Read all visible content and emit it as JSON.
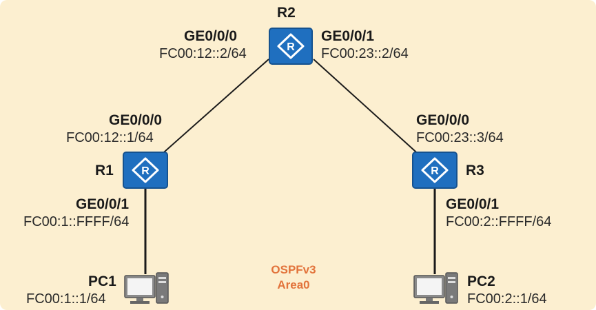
{
  "routers": [
    {
      "name": "R2",
      "ports": [
        {
          "port": "GE0/0/0",
          "address": "FC00:12::2/64"
        },
        {
          "port": "GE0/0/1",
          "address": "FC00:23::2/64"
        }
      ]
    },
    {
      "name": "R1",
      "ports": [
        {
          "port": "GE0/0/0",
          "address": "FC00:12::1/64"
        },
        {
          "port": "GE0/0/1",
          "address": "FC00:1::FFFF/64"
        }
      ]
    },
    {
      "name": "R3",
      "ports": [
        {
          "port": "GE0/0/0",
          "address": "FC00:23::3/64"
        },
        {
          "port": "GE0/0/1",
          "address": "FC00:2::FFFF/64"
        }
      ]
    }
  ],
  "pcs": [
    {
      "name": "PC1",
      "address": "FC00:1::1/64"
    },
    {
      "name": "PC2",
      "address": "FC00:2::1/64"
    }
  ],
  "area": {
    "protocol": "OSPFv3",
    "name": "Area0"
  },
  "colors": {
    "background": "#FCEFD0",
    "router_fill": "#1F6FBF",
    "link": "#1A1A1A",
    "area_text": "#E2733B",
    "pc": "#6B6B6B"
  },
  "icons": {
    "router": "router-icon",
    "pc": "pc-icon"
  }
}
